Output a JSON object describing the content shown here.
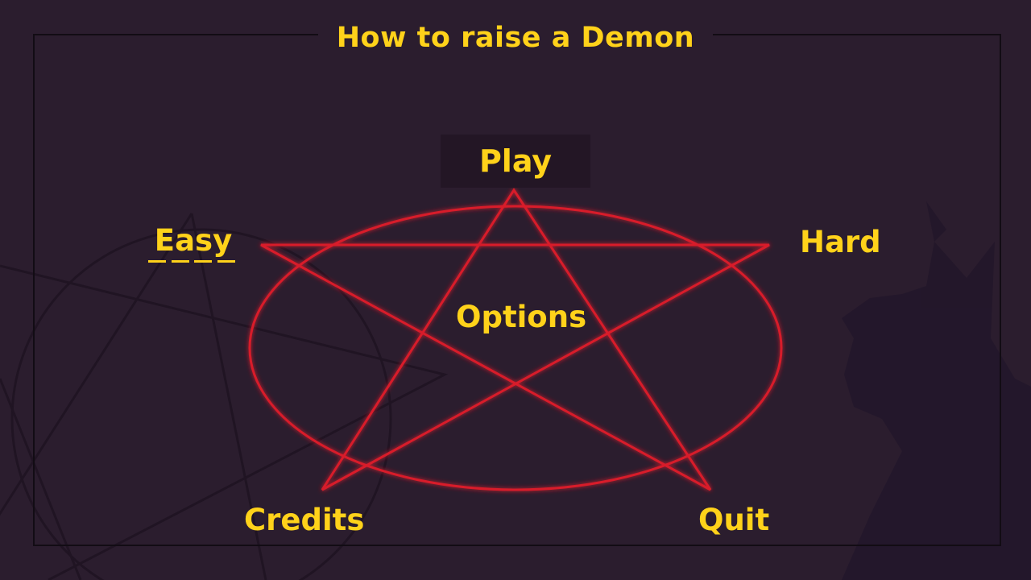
{
  "title": "How to raise a Demon",
  "menu": {
    "play": "Play",
    "easy": "Easy",
    "hard": "Hard",
    "options": "Options",
    "credits": "Credits",
    "quit": "Quit"
  },
  "selected_difficulty": "Easy",
  "colors": {
    "background": "#2b1d2e",
    "text": "#ffd21a",
    "pentagram": "#d81c2a",
    "frame": "#120c14"
  }
}
